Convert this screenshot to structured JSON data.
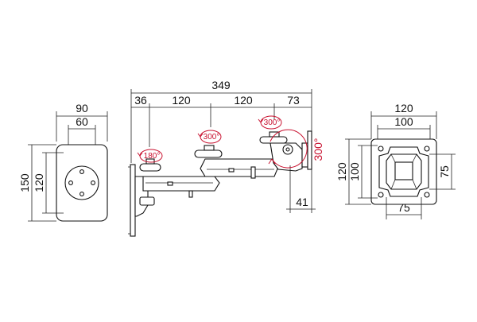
{
  "left_view": {
    "width_outer": "90",
    "width_inner": "60",
    "height_outer": "150",
    "height_inner": "120"
  },
  "side_view": {
    "total_length": "349",
    "seg_1": "36",
    "seg_2": "120",
    "seg_3": "120",
    "seg_4": "73",
    "depth": "41",
    "rotation_1": "180°",
    "rotation_2": "300°",
    "rotation_3": "300°",
    "rotation_4": "300°"
  },
  "right_view": {
    "width_outer": "120",
    "width_inner": "100",
    "width_bottom": "75",
    "height_outer": "120",
    "height_inner": "100",
    "height_right": "75"
  },
  "colors": {
    "line": "#222222",
    "rotation": "#c8102e"
  }
}
